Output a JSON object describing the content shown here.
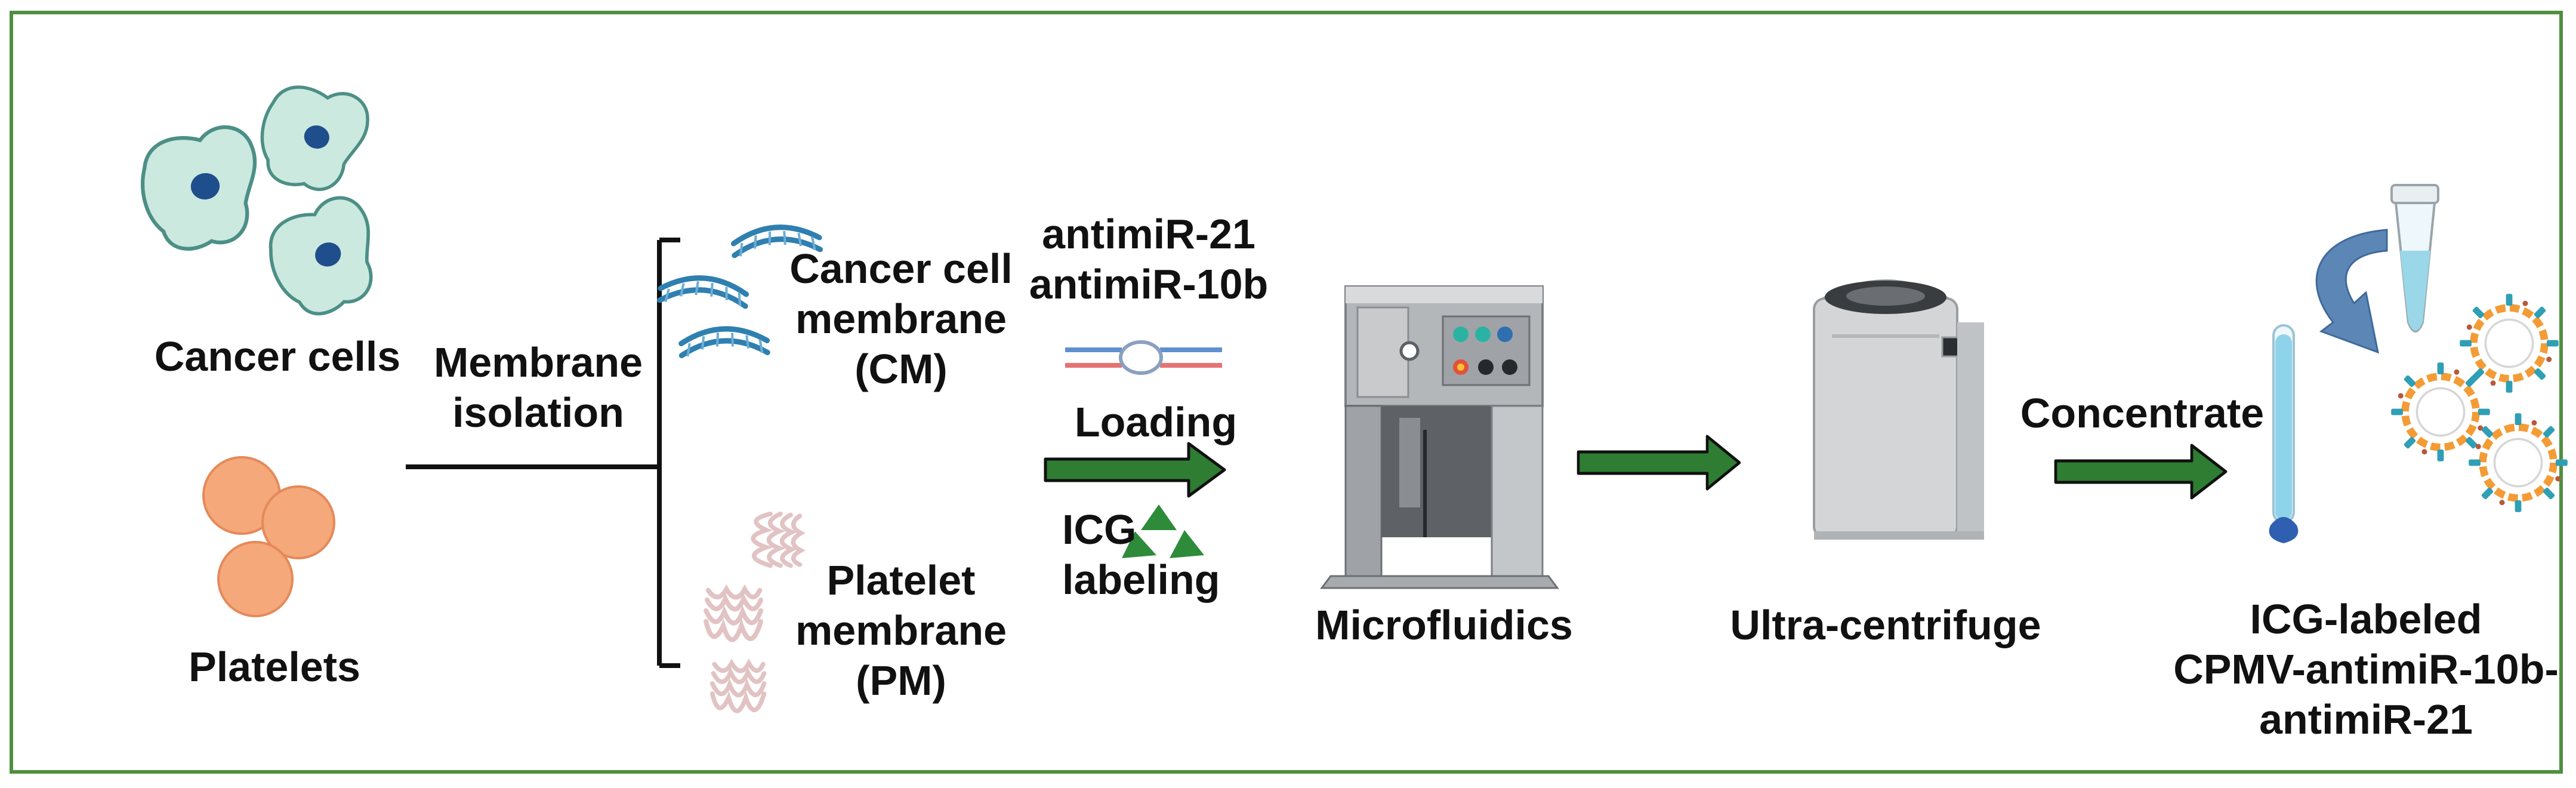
{
  "colors": {
    "frame": "#4f8f3f",
    "arrow": "#2e7d32",
    "arrow_outline": "#111111",
    "cancer_cell_fill": "#cbe9df",
    "cancer_cell_nucleus": "#1f4e8c",
    "platelet_fill": "#f5a87a",
    "cancer_membrane": "#2f7fb0",
    "platelet_membrane": "#e2c3c3",
    "icg_triangle": "#2e8b3a",
    "rna_top": "#5f8fd0",
    "rna_bottom": "#e57373",
    "tube_liquid": "#8fd3ea",
    "nanoparticle_ring": "#f39c36",
    "nanoparticle_spike": "#2f9fb5"
  },
  "icons": [
    "cancer-cell-icon",
    "platelet-icon",
    "cancer-membrane-icon",
    "platelet-membrane-icon",
    "rna-duplex-icon",
    "icg-triangle-icon",
    "microfluidics-device-icon",
    "ultracentrifuge-icon",
    "test-tube-icon",
    "eppendorf-tube-icon",
    "nanoparticle-icon"
  ],
  "labels": {
    "cancer_cells": "Cancer cells",
    "platelets": "Platelets",
    "membrane_isolation": [
      "Membrane",
      "isolation"
    ],
    "cancer_cell_membrane": [
      "Cancer cell",
      "membrane",
      "(CM)"
    ],
    "platelet_membrane": [
      "Platelet",
      "membrane",
      "(PM)"
    ],
    "antimir": [
      "antimiR-21",
      "antimiR-10b"
    ],
    "loading": "Loading",
    "icg_labeling": [
      "ICG",
      "labeling"
    ],
    "microfluidics": "Microfluidics",
    "ultra_centrifuge": "Ultra-centrifuge",
    "concentrate": "Concentrate",
    "product": [
      "ICG-labeled",
      "CPMV-antimiR-10b-",
      "antimiR-21"
    ]
  }
}
